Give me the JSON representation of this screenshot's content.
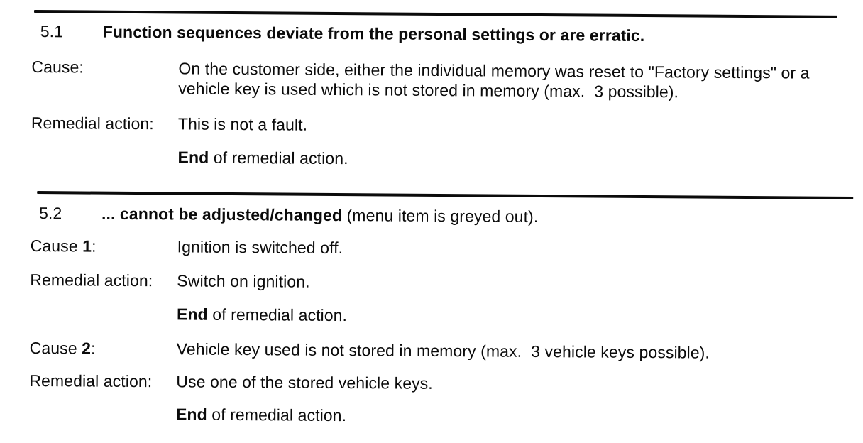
{
  "page": {
    "background": "#ffffff",
    "text_color": "#0b0b0b",
    "kind": "scanned service manual troubleshooting page"
  },
  "sections": [
    {
      "number": "5.1",
      "title_bold": "Function sequences deviate from the personal settings or are erratic.",
      "title_regular": "",
      "rows": [
        {
          "type": "labeled",
          "label": "Cause:",
          "line1": "On the customer side, either the individual memory was reset to \"Factory settings\" or a",
          "line2": "vehicle key is used which is not stored in memory (max.  3 possible)."
        },
        {
          "type": "labeled",
          "label": "Remedial action:",
          "line1": "This is not a fault."
        },
        {
          "type": "end",
          "bold": "End",
          "rest": " of remedial action."
        }
      ]
    },
    {
      "number": "5.2",
      "title_bold": "... cannot be adjusted/changed",
      "title_regular": " (menu item is greyed out).",
      "rows": [
        {
          "type": "labeled",
          "label_pre": "Cause ",
          "label_bold": "1",
          "label_post": ":",
          "line1": "Ignition is switched off."
        },
        {
          "type": "labeled",
          "label": "Remedial action:",
          "line1": "Switch on ignition."
        },
        {
          "type": "end",
          "bold": "End",
          "rest": " of remedial action."
        },
        {
          "type": "labeled",
          "label_pre": "Cause ",
          "label_bold": "2",
          "label_post": ":",
          "line1": "Vehicle key used is not stored in memory (max.  3 vehicle keys possible)."
        },
        {
          "type": "labeled",
          "label": "Remedial action:",
          "line1": "Use one of the stored vehicle keys."
        },
        {
          "type": "end",
          "bold": "End",
          "rest": " of remedial action."
        }
      ]
    }
  ]
}
